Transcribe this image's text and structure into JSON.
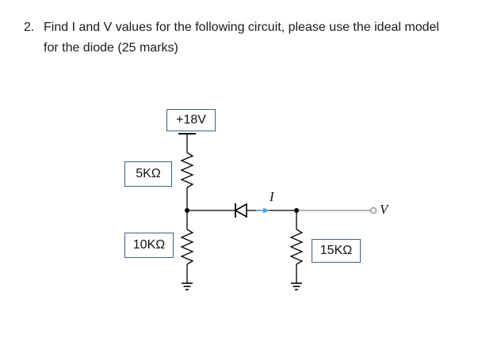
{
  "question": {
    "number": "2.",
    "line1": "Find I and V values for the following circuit, please use the ideal model",
    "line2": "for the diode (25 marks)"
  },
  "circuit": {
    "supply_label": "+18V",
    "r_top_label": "5KΩ",
    "r_bottom_label": "10KΩ",
    "r_load_label": "15KΩ",
    "current_label": "I",
    "output_label": "V",
    "wire_color": "#000000",
    "node_color": "#000000",
    "arrow_color": "#5b9bd5",
    "box_border_color": "#3d5f82"
  }
}
